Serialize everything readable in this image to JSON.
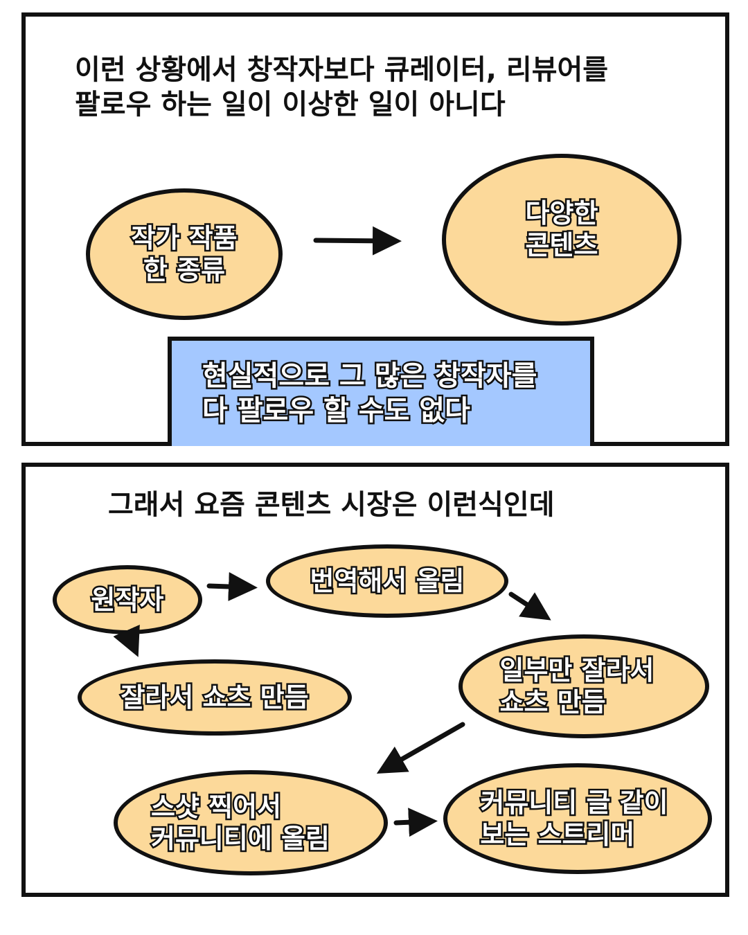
{
  "panel_top": {
    "caption": "이런 상황에서 창작자보다 큐레이터, 리뷰어를\n팔로우 하는 일이 이상한 일이 아니다",
    "bubble_left": "작가 작품\n한 종류",
    "bubble_right": "다양한\n콘텐츠",
    "box_text": "현실적으로 그 많은 창작자를\n다 팔로우 할 수도 없다"
  },
  "panel_bottom": {
    "caption": "그래서 요즘 콘텐츠 시장은 이런식인데",
    "nodes": {
      "original": "원작자",
      "translate": "번역해서 올림",
      "shorts": "잘라서 쇼츠 만듬",
      "partial": "일부만 잘라서\n쇼츠 만듬",
      "screenshot": "스샷 찍어서\n커뮤니티에 올림",
      "streamer": "커뮤니티 글 같이\n보는 스트리머"
    }
  },
  "colors": {
    "bubble_fill": "#fcd99a",
    "box_fill": "#a4c8ff",
    "outline": "#111111"
  }
}
